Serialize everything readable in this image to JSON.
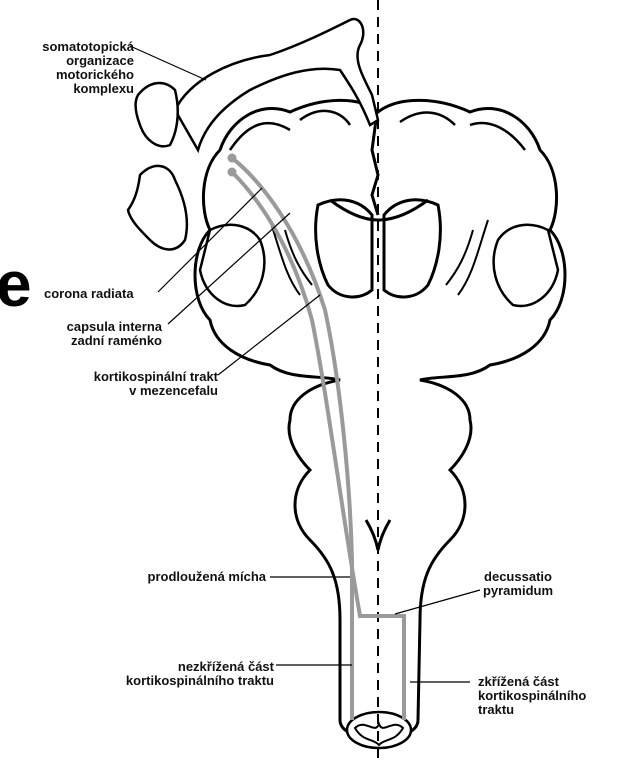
{
  "labels": {
    "somatotopic": [
      "somatotopická",
      "organizace",
      "motorického",
      "komplexu"
    ],
    "corona": "corona radiata",
    "capsula": [
      "capsula interna",
      "zadní raménko"
    ],
    "tract_mes": [
      "kortikospinální trakt",
      "v mezencefalu"
    ],
    "medulla": "prodloužená mícha",
    "decussatio": [
      "decussatio",
      "pyramidum"
    ],
    "uncrossed": [
      "nezkřížená část",
      "kortikospinálního traktu"
    ],
    "crossed": [
      "zkřížená část",
      "kortikospinálního",
      "traktu"
    ],
    "edge_glyph": "e"
  },
  "colors": {
    "outline": "#000000",
    "tract": "#9a9a9a",
    "fill": "#ffffff"
  }
}
